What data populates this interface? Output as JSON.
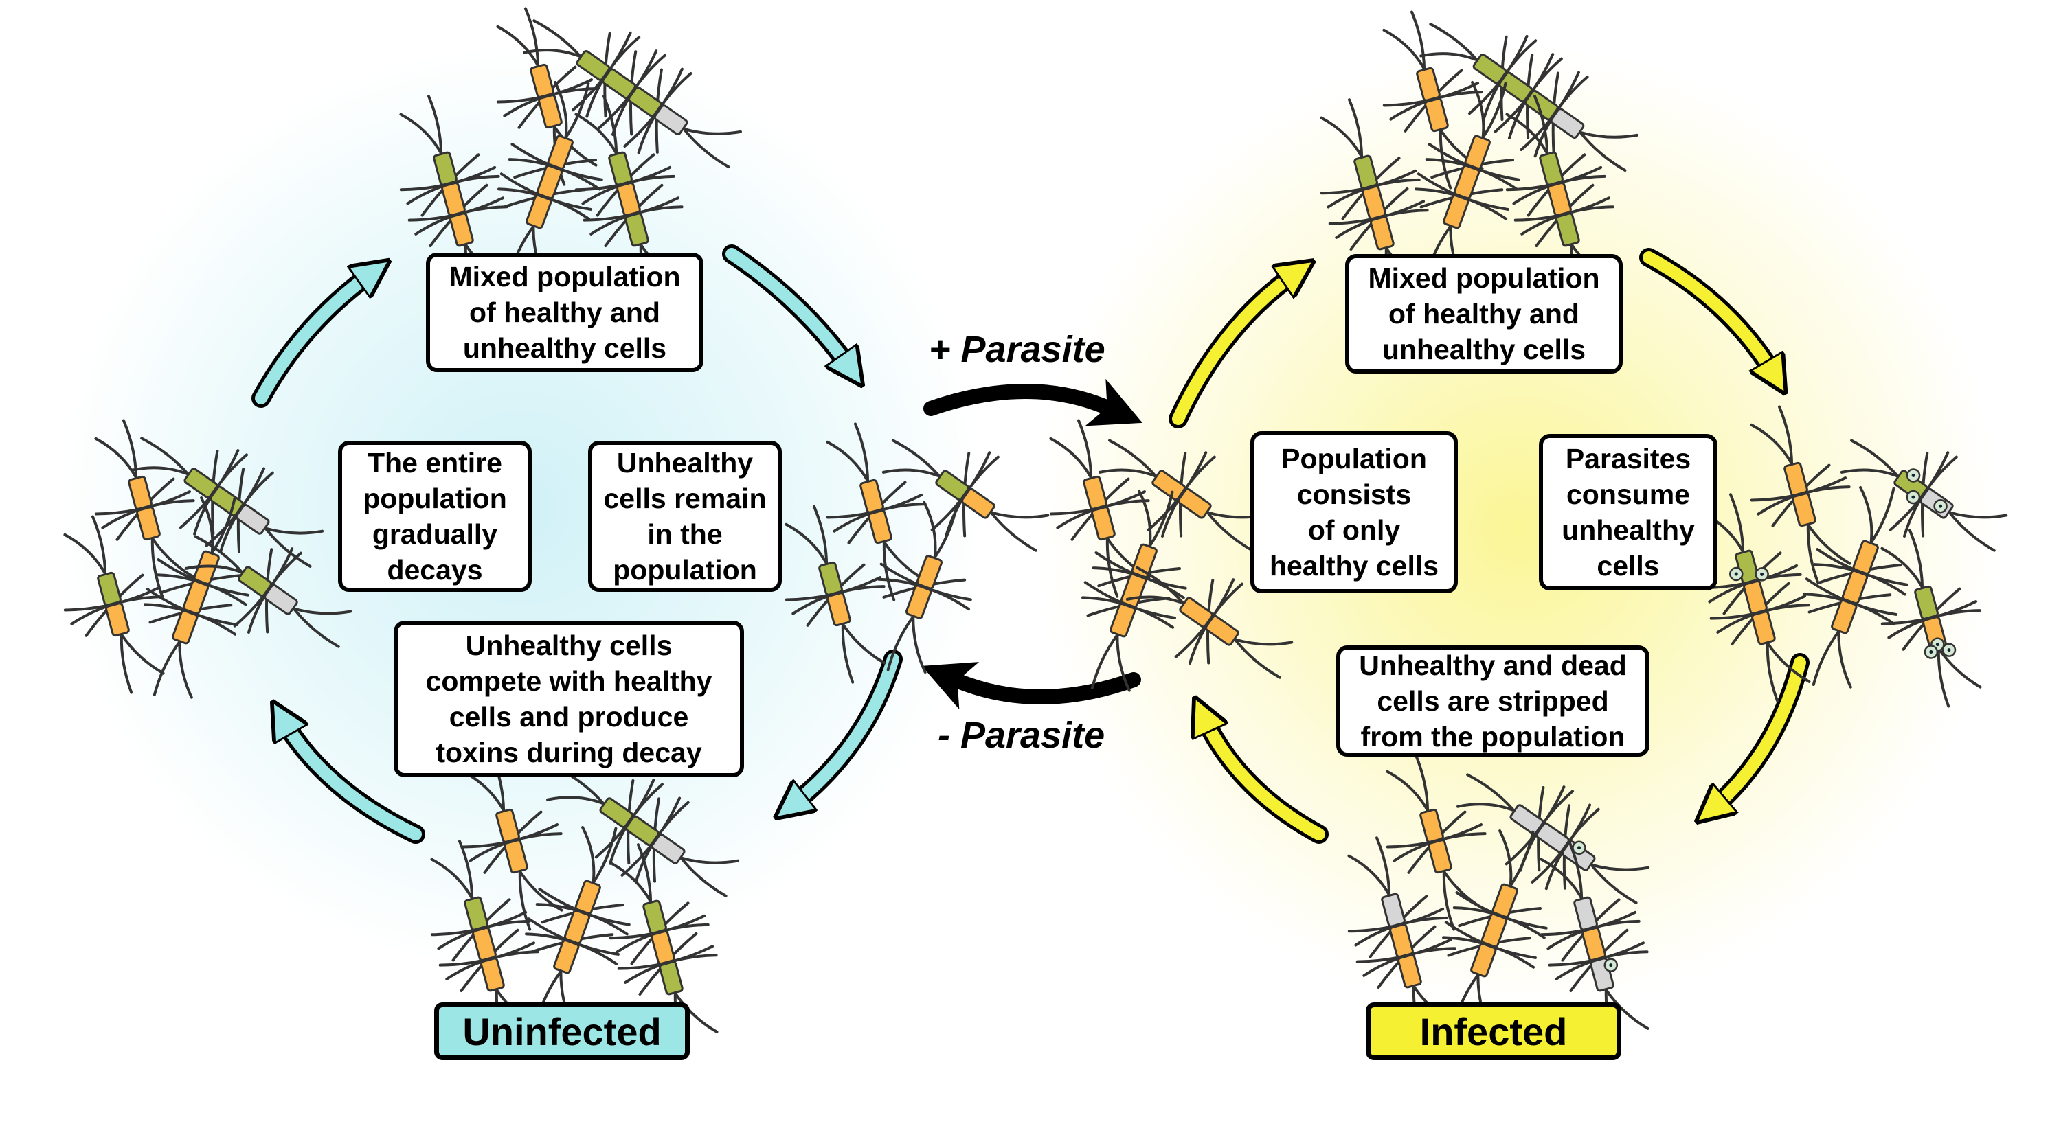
{
  "figure": {
    "colors": {
      "uninfected_accent": "#9de6e6",
      "infected_accent": "#f5f032",
      "healthy_cell": "#fbb54a",
      "unhealthy_cell": "#aabb4a",
      "dead_cell": "#d6d6d6",
      "parasite": "#d4e8d4"
    },
    "uninfected": {
      "label": "Uninfected",
      "boxes": {
        "top": "Mixed population\nof healthy and\nunhealthy cells",
        "left_center": "The entire\npopulation\ngradually\ndecays",
        "right_center": "Unhealthy\ncells remain\nin the\npopulation",
        "bottom": "Unhealthy cells\ncompete with healthy\ncells and produce\ntoxins during decay"
      }
    },
    "infected": {
      "label": "Infected",
      "boxes": {
        "top": "Mixed population\nof healthy and\nunhealthy cells",
        "left_center": "Population\nconsists\nof only\nhealthy cells",
        "right_center": "Parasites\nconsume\nunhealthy\ncells",
        "bottom": "Unhealthy and dead\ncells are stripped\nfrom the population"
      }
    },
    "transitions": {
      "add": "+ Parasite",
      "remove": "- Parasite"
    },
    "icons": {
      "cell_cluster": "diatom-chain-icon",
      "cycle_arrow": "curved-arrow-icon",
      "transition_arrow": "black-arrow-icon",
      "parasite": "parasite-icon"
    }
  }
}
